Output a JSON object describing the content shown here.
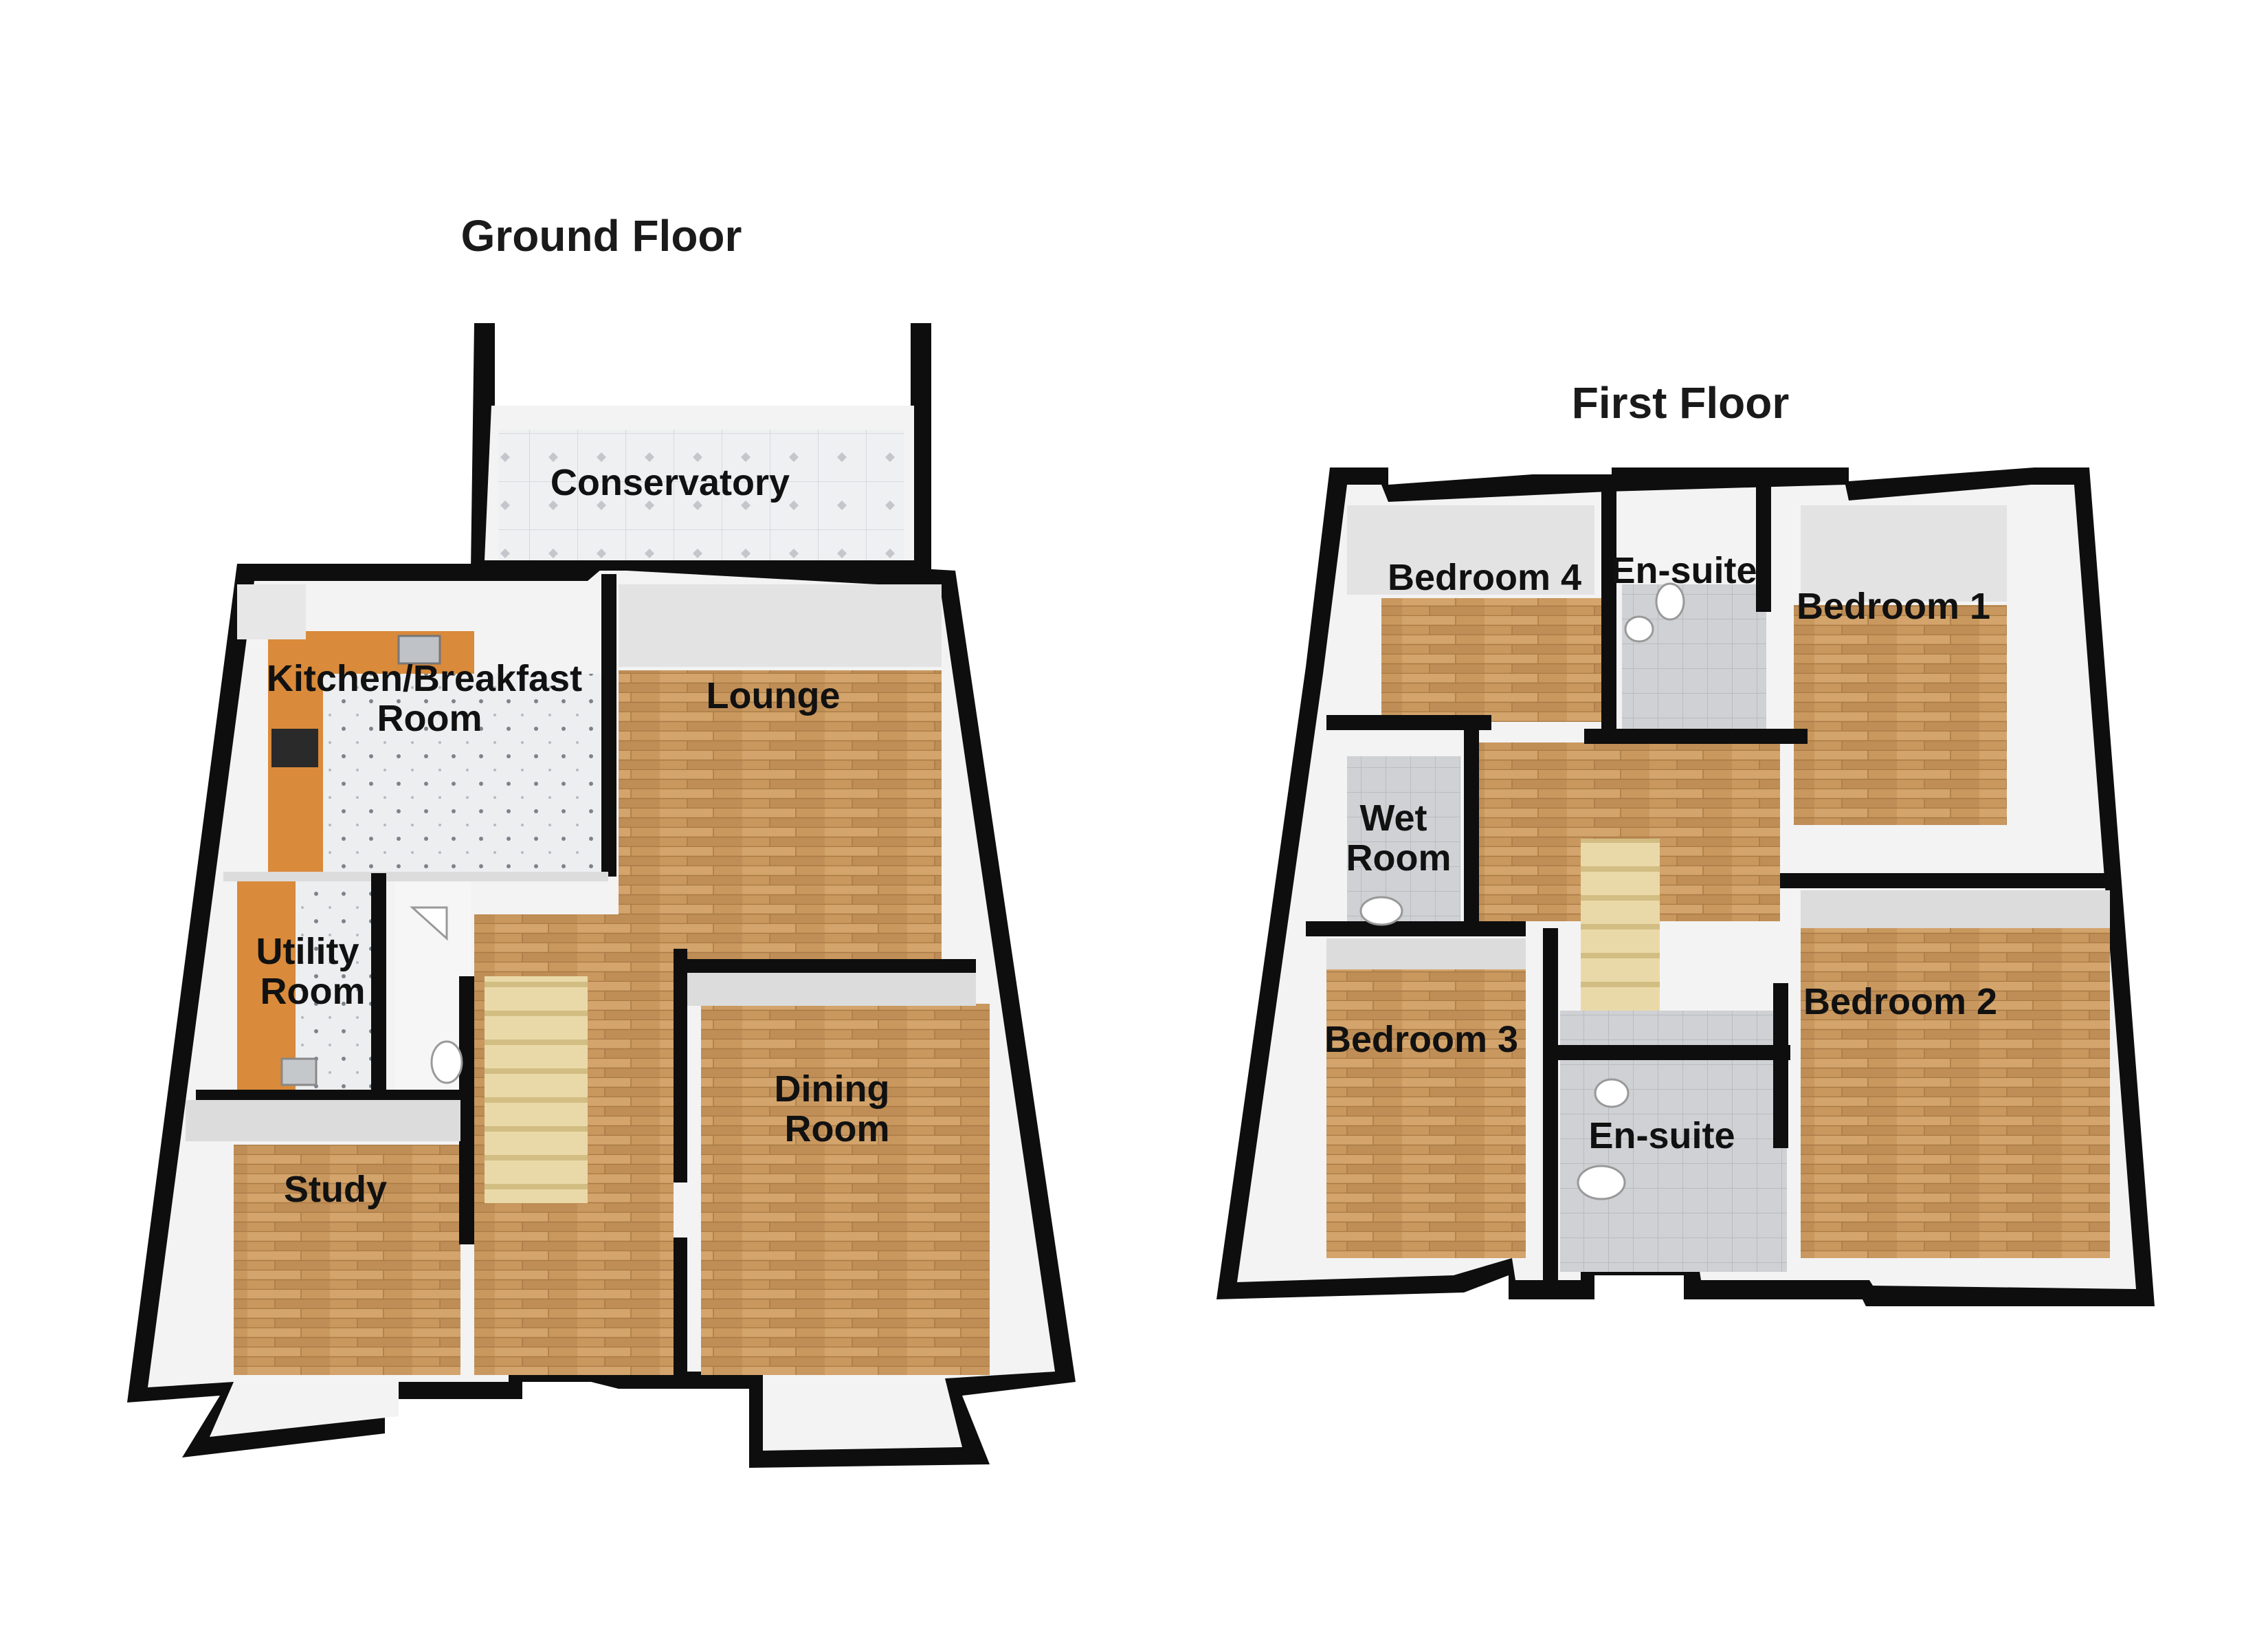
{
  "floors": [
    {
      "title": "Ground Floor",
      "rooms": [
        {
          "lines": [
            "Conservatory"
          ]
        },
        {
          "lines": [
            "Kitchen/Breakfast",
            "Room"
          ]
        },
        {
          "lines": [
            "Lounge"
          ]
        },
        {
          "lines": [
            "Utility",
            "Room"
          ]
        },
        {
          "lines": [
            "Dining",
            "Room"
          ]
        },
        {
          "lines": [
            "Study"
          ]
        }
      ]
    },
    {
      "title": "First Floor",
      "rooms": [
        {
          "lines": [
            "Bedroom 4"
          ]
        },
        {
          "lines": [
            "En-suite"
          ]
        },
        {
          "lines": [
            "Bedroom 1"
          ]
        },
        {
          "lines": [
            "Wet",
            "Room"
          ]
        },
        {
          "lines": [
            "Bedroom 3"
          ]
        },
        {
          "lines": [
            "En-suite"
          ]
        },
        {
          "lines": [
            "Bedroom 2"
          ]
        }
      ]
    }
  ],
  "colors": {
    "wall": "#0c0c0c",
    "wood": "#c9985f",
    "wood_dark": "#a97a45",
    "tile": "#e9eaec",
    "tile_dot": "#9aa0a6",
    "bath_tile": "#c7c9cc",
    "counter": "#d98a3a",
    "glass": "#dff3f1",
    "stairs": "#e7d6a4",
    "shadow_wall": "#dcdcdc"
  }
}
